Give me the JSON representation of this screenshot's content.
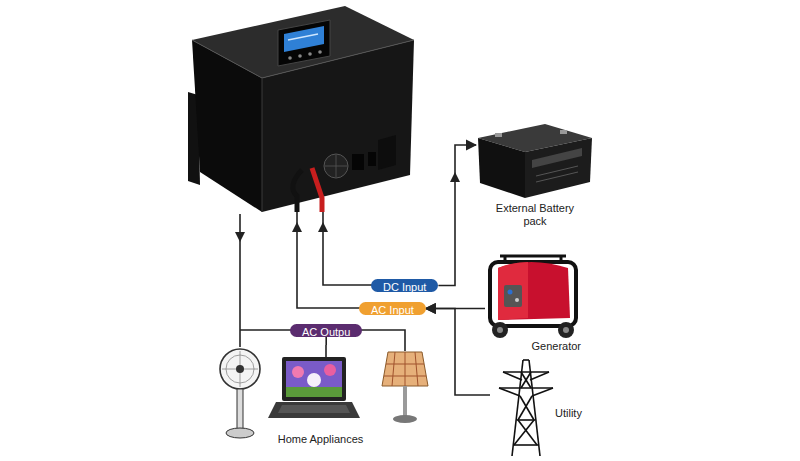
{
  "diagram": {
    "nodes": [
      {
        "text": [
          "DC Input"
        ]
      },
      {
        "text": [
          "AC Input"
        ]
      },
      {
        "text": [
          "AC Outpu"
        ]
      },
      {
        "text": [
          "External Battery pack"
        ]
      },
      {
        "text": [
          "Generator"
        ]
      },
      {
        "text": [
          "Utility"
        ]
      },
      {
        "text": [
          "Home Appliances"
        ]
      }
    ],
    "edges": [
      {
        "from": 0,
        "to": 3,
        "arrow": "to"
      },
      {
        "from": 4,
        "to": 1,
        "arrow": "to"
      },
      {
        "from": 5,
        "to": 1,
        "arrow": "to"
      },
      {
        "from": 2,
        "to": 6,
        "arrow": "none"
      }
    ]
  }
}
